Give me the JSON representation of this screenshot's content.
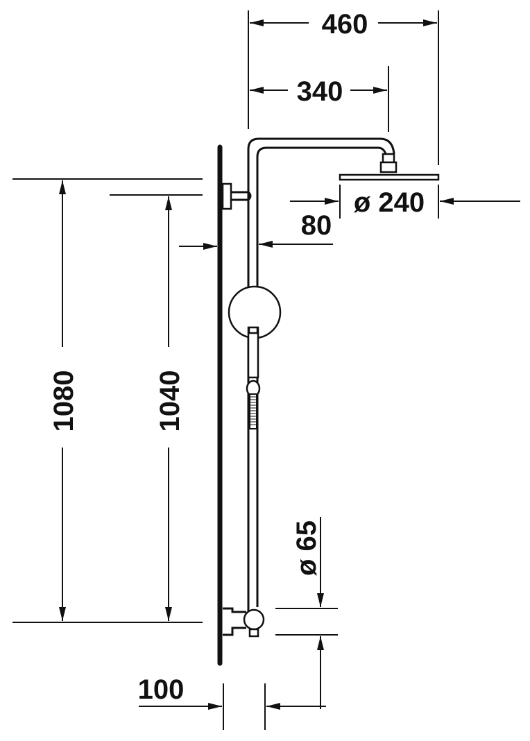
{
  "title": "Shower system dimension drawing",
  "dimensions": {
    "overall_projection": "460",
    "arm_projection": "340",
    "head_diameter": "ø 240",
    "bracket_offset": "80",
    "total_height": "1080",
    "bracket_height": "1040",
    "mixer_diameter": "ø 65",
    "mixer_projection": "100"
  },
  "colors": {
    "line": "#111111",
    "background": "#ffffff"
  }
}
